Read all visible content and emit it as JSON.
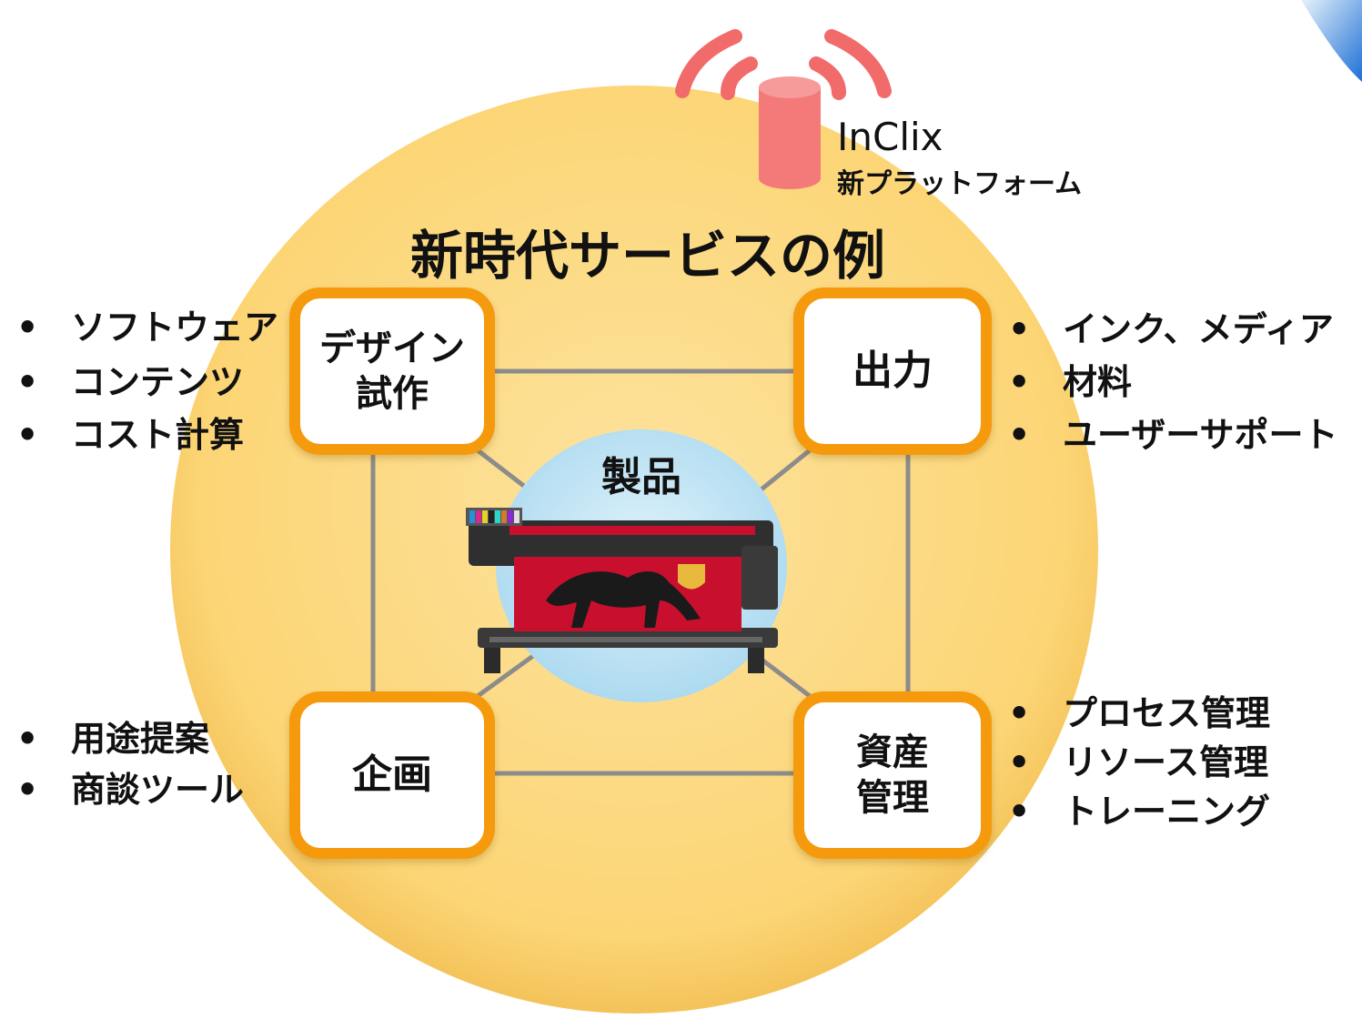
{
  "diagram": {
    "platform": {
      "name": "InClix",
      "subtitle": "新プラットフォーム"
    },
    "title": "新時代サービスの例",
    "center": {
      "label": "製品"
    },
    "boxes": {
      "top_left": {
        "lines": [
          "デザイン",
          "試作"
        ]
      },
      "top_right": {
        "lines": [
          "出力"
        ]
      },
      "bottom_left": {
        "lines": [
          "企画"
        ]
      },
      "bottom_right": {
        "lines": [
          "資産",
          "管理"
        ]
      }
    },
    "lists": {
      "top_left": [
        "ソフトウェア",
        "コンテンツ",
        "コスト計算"
      ],
      "top_right": [
        "インク、メディア",
        "材料",
        "ユーザーサポート"
      ],
      "bottom_left": [
        "用途提案",
        "商談ツール"
      ],
      "bottom_right": [
        "プロセス管理",
        "リソース管理",
        "トレーニング"
      ]
    },
    "bullet": "•",
    "colors": {
      "outer_circle": "#fcd575",
      "inner_circle": "#bfe3f3",
      "box_border": "#f59a0c",
      "signal": "#f26b6b",
      "cylinder": "#f47a7a",
      "connector": "#8c8c8c"
    }
  }
}
